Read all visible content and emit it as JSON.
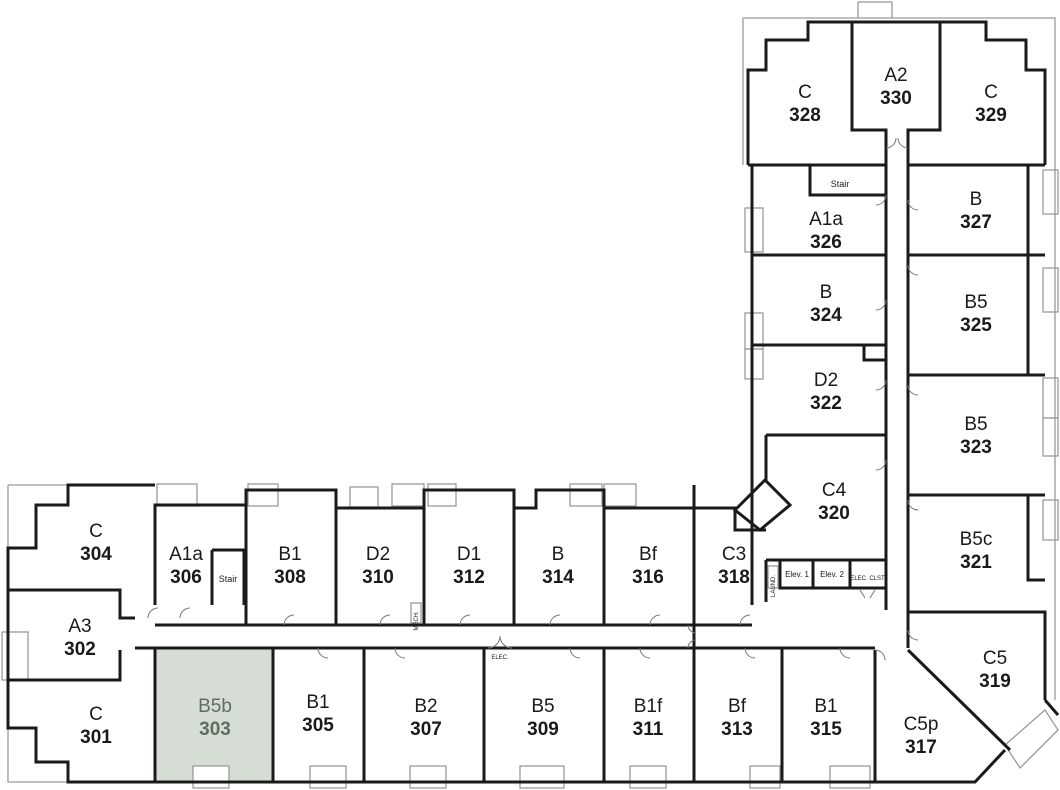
{
  "colors": {
    "highlight_fill": "#d6ddd4",
    "wall": "#1a1a1a",
    "thin_line": "#9a9a9a"
  },
  "rooms": {
    "r301": {
      "type": "C",
      "number": "301"
    },
    "r302": {
      "type": "A3",
      "number": "302"
    },
    "r303": {
      "type": "B5b",
      "number": "303",
      "highlighted": true
    },
    "r304": {
      "type": "C",
      "number": "304"
    },
    "r305": {
      "type": "B1",
      "number": "305"
    },
    "r306": {
      "type": "A1a",
      "number": "306"
    },
    "r307": {
      "type": "B2",
      "number": "307"
    },
    "r308": {
      "type": "B1",
      "number": "308"
    },
    "r309": {
      "type": "B5",
      "number": "309"
    },
    "r310": {
      "type": "D2",
      "number": "310"
    },
    "r311": {
      "type": "B1f",
      "number": "311"
    },
    "r312": {
      "type": "D1",
      "number": "312"
    },
    "r313": {
      "type": "Bf",
      "number": "313"
    },
    "r314": {
      "type": "B",
      "number": "314"
    },
    "r315": {
      "type": "B1",
      "number": "315"
    },
    "r316": {
      "type": "Bf",
      "number": "316"
    },
    "r317": {
      "type": "C5p",
      "number": "317"
    },
    "r318": {
      "type": "C3",
      "number": "318"
    },
    "r319": {
      "type": "C5",
      "number": "319"
    },
    "r320": {
      "type": "C4",
      "number": "320"
    },
    "r321": {
      "type": "B5c",
      "number": "321"
    },
    "r322": {
      "type": "D2",
      "number": "322"
    },
    "r323": {
      "type": "B5",
      "number": "323"
    },
    "r324": {
      "type": "B",
      "number": "324"
    },
    "r325": {
      "type": "B5",
      "number": "325"
    },
    "r326": {
      "type": "A1a",
      "number": "326"
    },
    "r327": {
      "type": "B",
      "number": "327"
    },
    "r328": {
      "type": "C",
      "number": "328"
    },
    "r329": {
      "type": "C",
      "number": "329"
    },
    "r330": {
      "type": "A2",
      "number": "330"
    }
  },
  "utility": {
    "stair_west": "Stair",
    "stair_north": "Stair",
    "elev1": "Elev. 1",
    "elev2": "Elev. 2",
    "elec_closet": "ELEC. CLST.",
    "elec_corridor": "ELEC.",
    "mech": "MECH.",
    "laundry": "LAUND."
  }
}
